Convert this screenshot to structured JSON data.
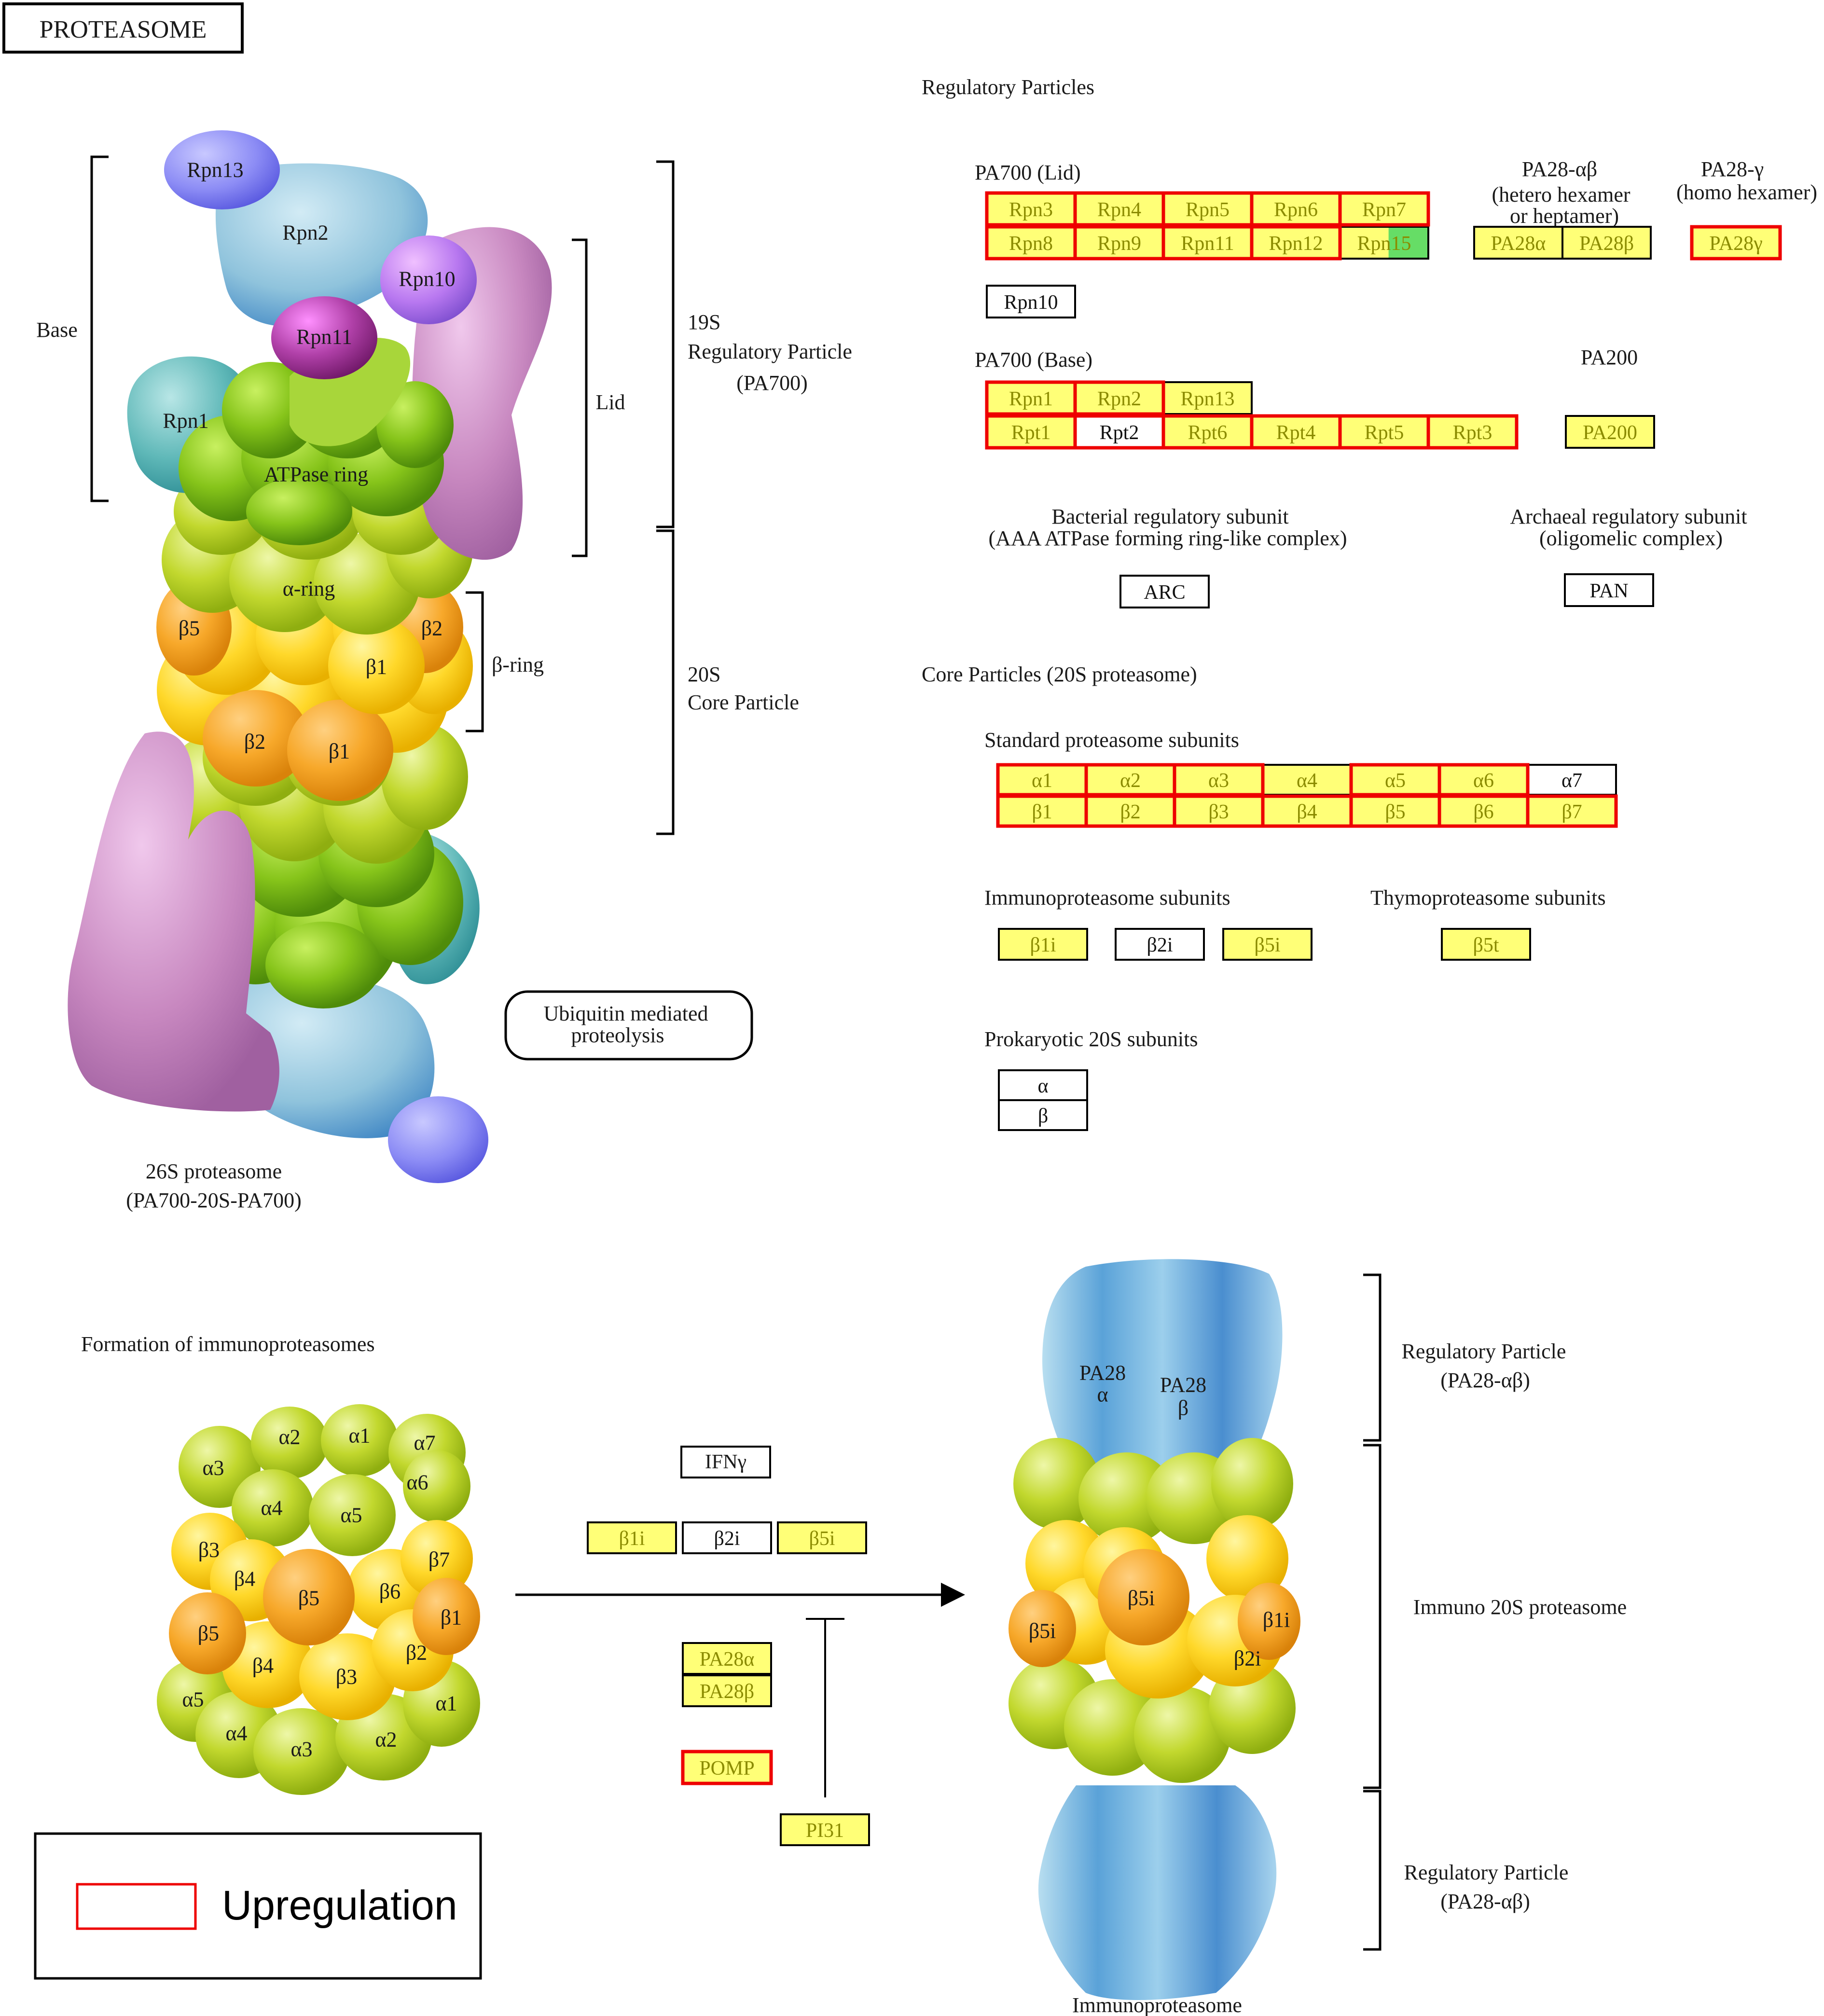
{
  "title": "PROTEASOME",
  "colors": {
    "gene_fill": "#ffff77",
    "gene_text": "#8b8b00",
    "up_border": "#ee0000",
    "plain_fill": "#ffffff",
    "green_fill": "#66dd66",
    "lime": "#b8d21c",
    "yellow": "#ffd21c",
    "orange": "#f5a623",
    "blue": "#5b9bd5",
    "purple": "#c07cb8"
  },
  "labels": {
    "regulatory_particles": "Regulatory Particles",
    "pa700_lid": "PA700 (Lid)",
    "pa700_base": "PA700 (Base)",
    "pa28ab": [
      "PA28-αβ",
      "(hetero hexamer",
      "or heptamer)"
    ],
    "pa28y": [
      "PA28-γ",
      "(homo hexamer)"
    ],
    "pa200": "PA200",
    "bacterial": [
      "Bacterial regulatory subunit",
      "(AAA ATPase forming ring-like complex)"
    ],
    "archaeal": [
      "Archaeal regulatory subunit",
      "(oligomelic complex)"
    ],
    "core_particles": "Core Particles (20S proteasome)",
    "standard": "Standard proteasome subunits",
    "immuno": "Immunoproteasome subunits",
    "thymo": "Thymoproteasome subunits",
    "prokaryotic": "Prokaryotic 20S subunits",
    "base": "Base",
    "lid": "Lid",
    "beta_ring": "β-ring",
    "rp19s": [
      "19S",
      "Regulatory Particle",
      "(PA700)"
    ],
    "cp20s": [
      "20S",
      "Core Particle"
    ],
    "ubiquitin": [
      "Ubiquitin mediated",
      "proteolysis"
    ],
    "proteasome26s": [
      "26S proteasome",
      "(PA700-20S-PA700)"
    ],
    "formation": "Formation of immunoproteasomes",
    "rp_pa28_top": [
      "Regulatory Particle",
      "(PA28-αβ)"
    ],
    "immuno20s": "Immuno 20S proteasome",
    "rp_pa28_bottom": [
      "Regulatory Particle",
      "(PA28-αβ)"
    ],
    "immunoproteasome": "Immunoproteasome",
    "ifng": "IFNγ",
    "legend": "Upregulation"
  },
  "structure26s": {
    "rpn13": "Rpn13",
    "rpn2": "Rpn2",
    "rpn10": "Rpn10",
    "rpn11": "Rpn11",
    "rpn1": "Rpn1",
    "atpase": "ATPase ring",
    "alpha_ring": "α-ring",
    "b5": "β5",
    "b2a": "β2",
    "b1a": "β1",
    "b2b": "β2",
    "b1b": "β1"
  },
  "left_ring": {
    "top": [
      "α2",
      "α1",
      "α7",
      "α3",
      "α6",
      "α4",
      "α5"
    ],
    "beta_top": [
      "β3",
      "β7",
      "β4",
      "β6",
      "β5"
    ],
    "beta_bottom": [
      "β5",
      "β1",
      "β4",
      "β3",
      "β2"
    ],
    "bottom": [
      "α5",
      "α4",
      "α3",
      "α2",
      "α1"
    ]
  },
  "right_ring": {
    "pa28a": [
      "PA28",
      "α"
    ],
    "pa28b": [
      "PA28",
      "β"
    ],
    "b5i_center": "β5i",
    "b5i_left": "β5i",
    "b1i": "β1i",
    "b2i": "β2i"
  },
  "genes": [
    {
      "id": "rpn3",
      "label": "Rpn3",
      "style": "yellow",
      "up": true
    },
    {
      "id": "rpn4",
      "label": "Rpn4",
      "style": "yellow",
      "up": true
    },
    {
      "id": "rpn5",
      "label": "Rpn5",
      "style": "yellow",
      "up": true
    },
    {
      "id": "rpn6",
      "label": "Rpn6",
      "style": "yellow",
      "up": true
    },
    {
      "id": "rpn7",
      "label": "Rpn7",
      "style": "yellow",
      "up": true
    },
    {
      "id": "rpn8",
      "label": "Rpn8",
      "style": "yellow",
      "up": true
    },
    {
      "id": "rpn9",
      "label": "Rpn9",
      "style": "yellow",
      "up": true
    },
    {
      "id": "rpn11",
      "label": "Rpn11",
      "style": "yellow",
      "up": true
    },
    {
      "id": "rpn12",
      "label": "Rpn12",
      "style": "yellow",
      "up": true
    },
    {
      "id": "rpn15",
      "label": "Rpn15",
      "style": "split",
      "up": false
    },
    {
      "id": "pa28a",
      "label": "PA28α",
      "style": "yellow",
      "up": false
    },
    {
      "id": "pa28b",
      "label": "PA28β",
      "style": "yellow",
      "up": false
    },
    {
      "id": "pa28y",
      "label": "PA28γ",
      "style": "yellow",
      "up": true
    },
    {
      "id": "rpn10",
      "label": "Rpn10",
      "style": "white",
      "up": false
    },
    {
      "id": "rpn1",
      "label": "Rpn1",
      "style": "yellow",
      "up": true
    },
    {
      "id": "rpn2",
      "label": "Rpn2",
      "style": "yellow",
      "up": true
    },
    {
      "id": "rpn13",
      "label": "Rpn13",
      "style": "yellow",
      "up": false
    },
    {
      "id": "rpt1",
      "label": "Rpt1",
      "style": "yellow",
      "up": true
    },
    {
      "id": "rpt2",
      "label": "Rpt2",
      "style": "white",
      "up": true
    },
    {
      "id": "rpt6",
      "label": "Rpt6",
      "style": "yellow",
      "up": true
    },
    {
      "id": "rpt4",
      "label": "Rpt4",
      "style": "yellow",
      "up": true
    },
    {
      "id": "rpt5",
      "label": "Rpt5",
      "style": "yellow",
      "up": true
    },
    {
      "id": "rpt3",
      "label": "Rpt3",
      "style": "yellow",
      "up": true
    },
    {
      "id": "pa200",
      "label": "PA200",
      "style": "yellow",
      "up": false
    },
    {
      "id": "arc",
      "label": "ARC",
      "style": "white",
      "up": false
    },
    {
      "id": "pan",
      "label": "PAN",
      "style": "white",
      "up": false
    },
    {
      "id": "a1",
      "label": "α1",
      "style": "yellow",
      "up": true
    },
    {
      "id": "a2",
      "label": "α2",
      "style": "yellow",
      "up": true
    },
    {
      "id": "a3",
      "label": "α3",
      "style": "yellow",
      "up": true
    },
    {
      "id": "a4",
      "label": "α4",
      "style": "yellow",
      "up": false
    },
    {
      "id": "a5",
      "label": "α5",
      "style": "yellow",
      "up": true
    },
    {
      "id": "a6",
      "label": "α6",
      "style": "yellow",
      "up": true
    },
    {
      "id": "a7",
      "label": "α7",
      "style": "white",
      "up": false
    },
    {
      "id": "b1",
      "label": "β1",
      "style": "yellow",
      "up": true
    },
    {
      "id": "b2",
      "label": "β2",
      "style": "yellow",
      "up": true
    },
    {
      "id": "b3",
      "label": "β3",
      "style": "yellow",
      "up": true
    },
    {
      "id": "b4",
      "label": "β4",
      "style": "yellow",
      "up": true
    },
    {
      "id": "b5",
      "label": "β5",
      "style": "yellow",
      "up": true
    },
    {
      "id": "b6",
      "label": "β6",
      "style": "yellow",
      "up": true
    },
    {
      "id": "b7",
      "label": "β7",
      "style": "yellow",
      "up": true
    },
    {
      "id": "b1i",
      "label": "β1i",
      "style": "yellow",
      "up": false
    },
    {
      "id": "b2i",
      "label": "β2i",
      "style": "white",
      "up": false
    },
    {
      "id": "b5i",
      "label": "β5i",
      "style": "yellow",
      "up": false
    },
    {
      "id": "b5t",
      "label": "β5t",
      "style": "yellow",
      "up": false
    },
    {
      "id": "pro_a",
      "label": "α",
      "style": "white",
      "up": false
    },
    {
      "id": "pro_b",
      "label": "β",
      "style": "white",
      "up": false
    },
    {
      "id": "f_b1i",
      "label": "β1i",
      "style": "yellow",
      "up": false
    },
    {
      "id": "f_b2i",
      "label": "β2i",
      "style": "white",
      "up": false
    },
    {
      "id": "f_b5i",
      "label": "β5i",
      "style": "yellow",
      "up": false
    },
    {
      "id": "f_pa28a",
      "label": "PA28α",
      "style": "yellow",
      "up": false
    },
    {
      "id": "f_pa28b",
      "label": "PA28β",
      "style": "yellow",
      "up": false
    },
    {
      "id": "pomp",
      "label": "POMP",
      "style": "yellow",
      "up": true
    },
    {
      "id": "pi31",
      "label": "PI31",
      "style": "yellow",
      "up": false
    }
  ]
}
